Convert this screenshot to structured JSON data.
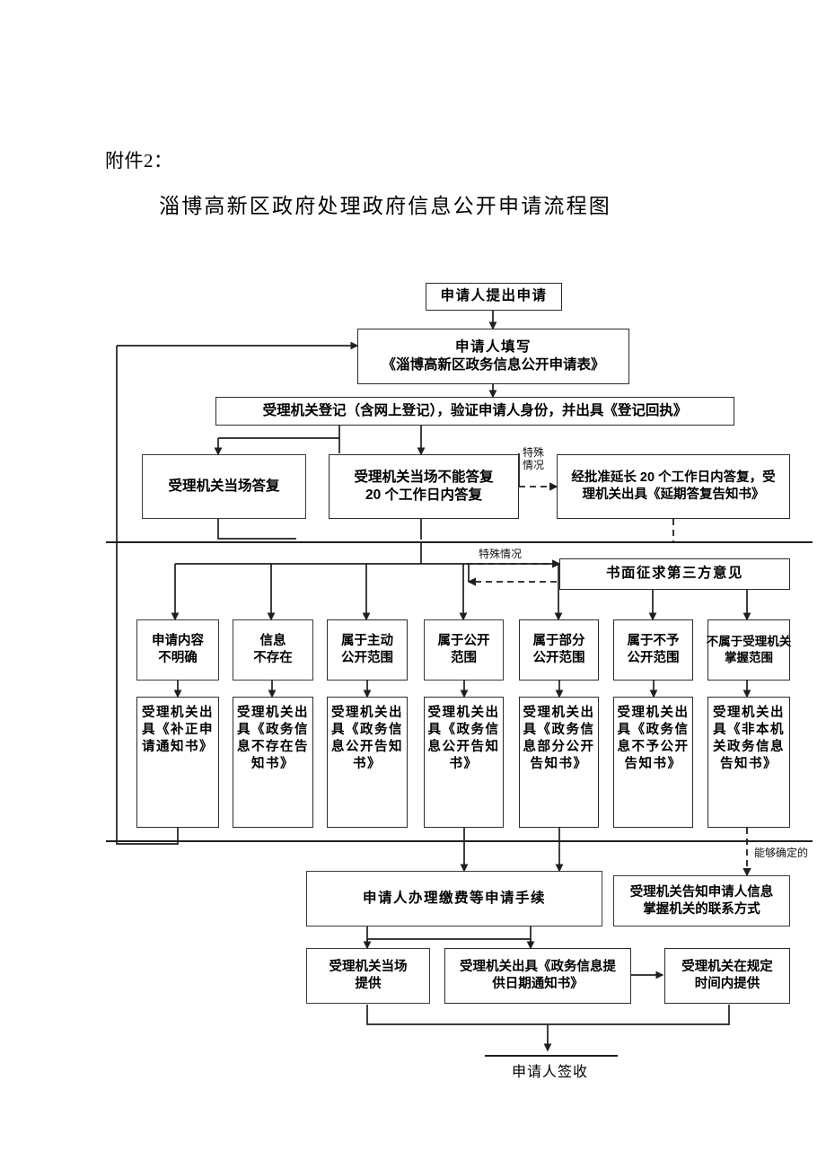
{
  "document": {
    "attachment_label": "附件2：",
    "title": "淄博高新区政府处理政府信息公开申请流程图"
  },
  "flow": {
    "nodes": {
      "n01_applicant_submit": "申请人提出申请",
      "n02_fill_form_line1": "申请人填写",
      "n02_fill_form_line2": "《淄博高新区政务信息公开申请表》",
      "n03_registration": "受理机关登记（含网上登记），验证申请人身份，并出具《登记回执》",
      "n04_reply_onsite": "受理机关当场答复",
      "n05_cannot_reply_line1": "受理机关当场不能答复",
      "n05_cannot_reply_line2": "20 个工作日内答复",
      "n06_extension_line1": "经批准延长 20 个工作日内答复，受",
      "n06_extension_line2": "理机关出具《延期答复告知书》",
      "n07_third_party": "书面征求第三方意见",
      "c1_unclear_line1": "申请内容",
      "c1_unclear_line2": "不明确",
      "c2_not_exist_line1": "信息",
      "c2_not_exist_line2": "不存在",
      "c3_proactive_line1": "属于主动",
      "c3_proactive_line2": "公开范围",
      "c4_public_line1": "属于公开",
      "c4_public_line2": "范围",
      "c5_partial_line1": "属于部分",
      "c5_partial_line2": "公开范围",
      "c6_nondisclosure_line1": "属于不予",
      "c6_nondisclosure_line2": "公开范围",
      "c7_not_held_line1": "不属于受理机关",
      "c7_not_held_line2": "掌握范围",
      "d1_supplement": "受理机关出具《补正申请通知书》",
      "d2_not_exist": "受理机关出具《政务信息不存在告知书》",
      "d3_proactive": "受理机关出具《政务信息公开告知书》",
      "d4_public": "受理机关出具《政务信息公开告知书》",
      "d5_partial": "受理机关出具《政务信息部分公开告知书》",
      "d6_nondisclosure": "受理机关出具《政务信息不予公开告知书》",
      "d7_not_held": "受理机关出具《非本机关政务信息告知书》",
      "e1_fees": "申请人办理缴费等申请手续",
      "e2_contact_line1": "受理机关告知申请人信息",
      "e2_contact_line2": "掌握机关的联系方式",
      "f1_onsite_line1": "受理机关当场",
      "f1_onsite_line2": "提供",
      "f2_date_notice_line1": "受理机关出具《政务信息提",
      "f2_date_notice_line2": "供日期通知书》",
      "f3_within_time_line1": "受理机关在规定",
      "f3_within_time_line2": "时间内提供",
      "g1_sign": "申请人签收"
    },
    "edge_labels": {
      "special_case_vertical_line1": "特殊",
      "special_case_vertical_line2": "情况",
      "special_case_horizontal": "特殊情况",
      "determinable": "能够确定的"
    }
  },
  "colors": {
    "page_background": "#ffffff",
    "box_border": "#2b2b2b",
    "text": "#000000",
    "connector": "#1f1f1f"
  }
}
